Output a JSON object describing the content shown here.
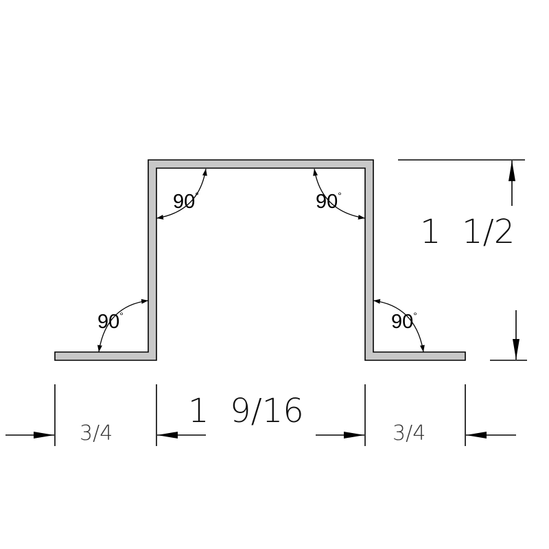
{
  "angles": [
    {
      "id": "top-left",
      "value": "90",
      "unit": "°"
    },
    {
      "id": "top-right",
      "value": "90",
      "unit": "°"
    },
    {
      "id": "bottom-left",
      "value": "90",
      "unit": "°"
    },
    {
      "id": "bottom-right",
      "value": "90",
      "unit": "°"
    }
  ],
  "dimensions": {
    "height": "1  1/2",
    "center_width": "1  9/16",
    "left_flange": "3/4",
    "right_flange": "3/4"
  }
}
